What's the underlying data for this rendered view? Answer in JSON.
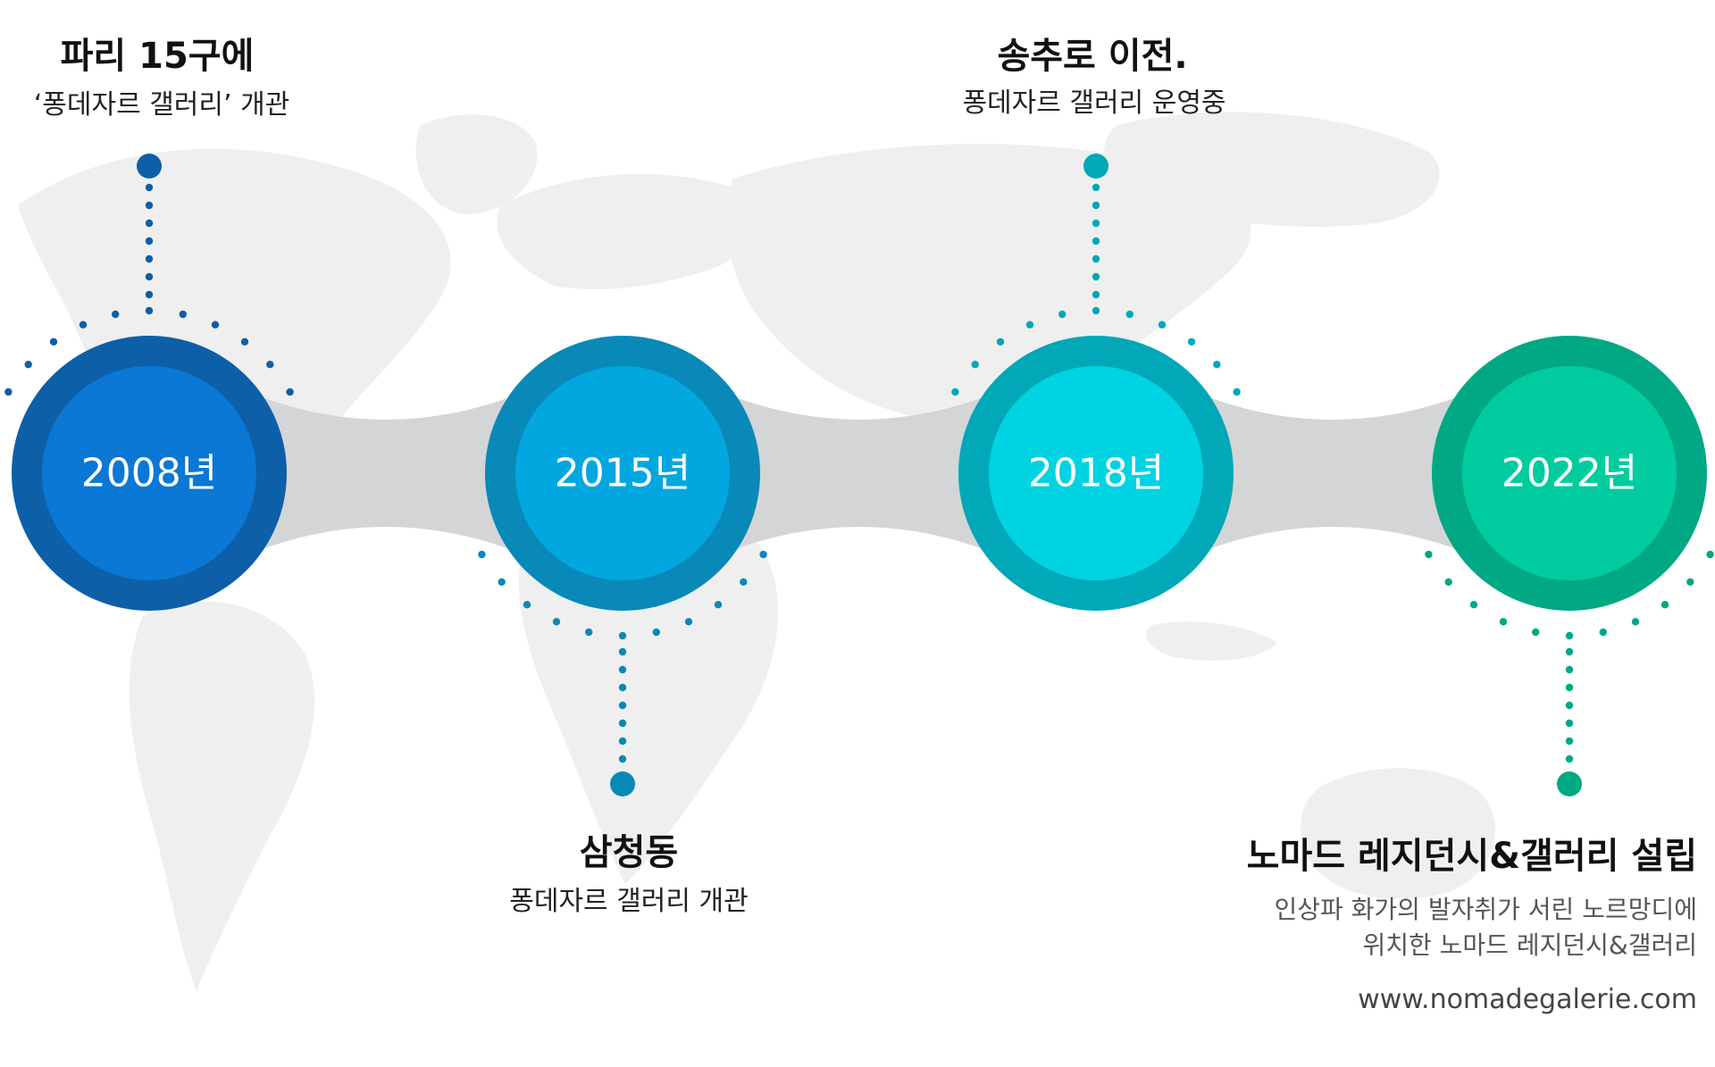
{
  "colors": {
    "connector": "#d4d5d7",
    "map": "#efefef",
    "ring_1": "#0d5fa8",
    "core_1": "#0a78d4",
    "ring_2": "#0889b8",
    "core_2": "#02a7e0",
    "ring_3": "#00a8b8",
    "core_3": "#00d3e2",
    "ring_4": "#00a884",
    "core_4": "#00cc9f"
  },
  "milestones": [
    {
      "year": "2008년",
      "title": "파리 15구에",
      "desc": [
        "‘퐁데자르 갤러리’ 개관"
      ]
    },
    {
      "year": "2015년",
      "title": "삼청동",
      "desc": [
        "퐁데자르 갤러리 개관"
      ]
    },
    {
      "year": "2018년",
      "title": "송추로 이전.",
      "desc": [
        "퐁데자르 갤러리 운영중"
      ]
    },
    {
      "year": "2022년",
      "title": "노마드 레지던시&갤러리 설립",
      "desc": [
        "인상파 화가의 발자취가 서린 노르망디에",
        "위치한 노마드 레지던시&갤러리"
      ]
    }
  ],
  "website": "www.nomadegalerie.com"
}
